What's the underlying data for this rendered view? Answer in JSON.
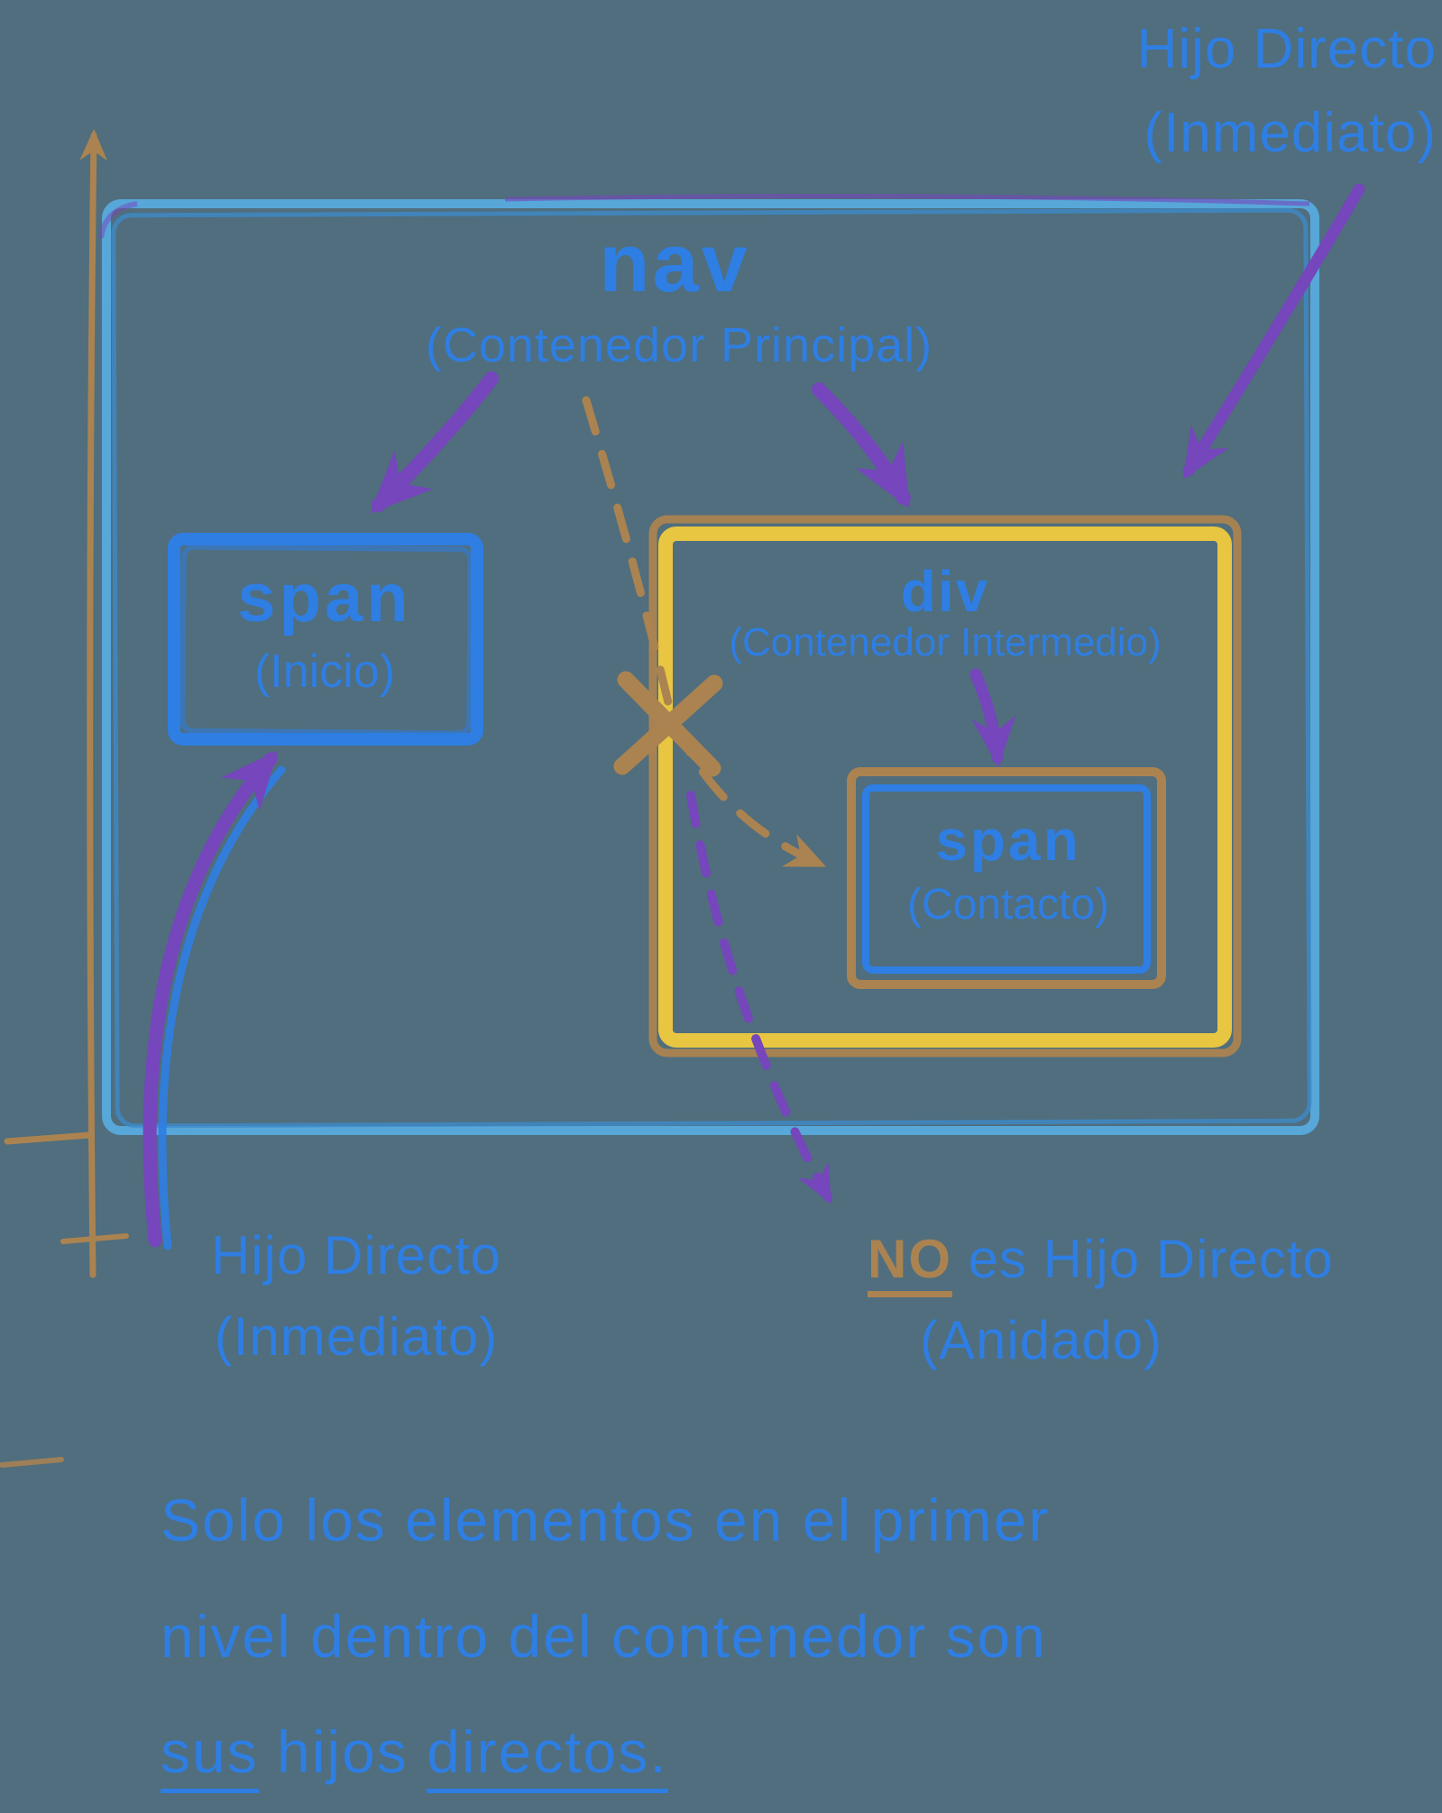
{
  "colors": {
    "background": "#506e7d",
    "blue": "#2e7ee3",
    "light_blue": "#57a7d9",
    "yellow": "#e8c642",
    "purple": "#7546bc",
    "tan": "#ab8351"
  },
  "boxes": {
    "nav": {
      "title": "nav",
      "subtitle": "(Contenedor Principal)"
    },
    "span_inicio": {
      "title": "span",
      "subtitle": "(Inicio)"
    },
    "div_intermedio": {
      "title": "div",
      "subtitle": "(Contenedor Intermedio)"
    },
    "span_contacto": {
      "title": "span",
      "subtitle": "(Contacto)"
    }
  },
  "callouts": {
    "top_right": {
      "line1": "Hijo Directo",
      "line2": "(Inmediato)"
    },
    "bottom_left": {
      "line1": "Hijo Directo",
      "line2": "(Inmediato)"
    },
    "nested": {
      "emphasis": "NO",
      "line1_rest": " es Hijo Directo",
      "line2": "(Anidado)"
    }
  },
  "caption": {
    "line1": "Solo los elementos en el primer",
    "line2": "nivel dentro del contenedor son",
    "line3_part1": "sus",
    "line3_part2": " hijos ",
    "line3_part3": "directos."
  }
}
